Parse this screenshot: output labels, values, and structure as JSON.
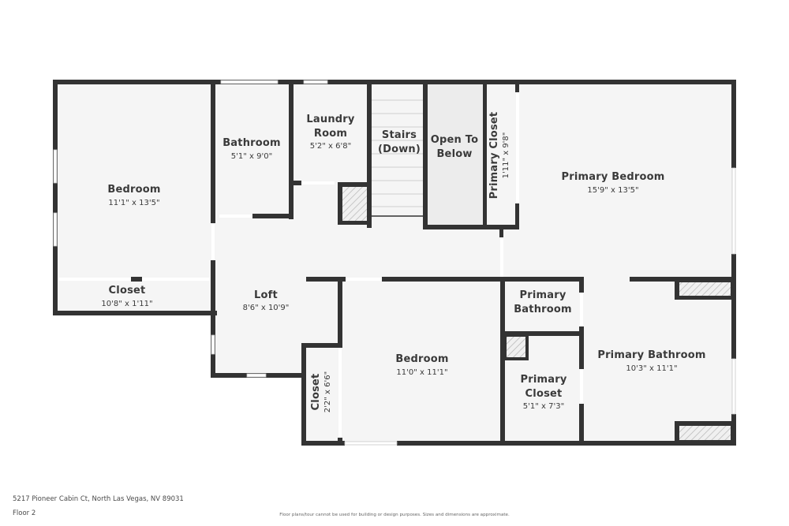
{
  "floorplan": {
    "address": "5217 Pioneer Cabin Ct, North Las Vegas, NV 89031",
    "floor_label": "Floor 2",
    "disclaimer": "Floor plans/tour cannot be used for building or design purposes. Sizes and dimensions are approximate.",
    "colors": {
      "wall": "#333333",
      "floor": "#f5f5f5",
      "open_to_below": "#ececec",
      "background": "#ffffff"
    },
    "rooms": {
      "bedroom_1": {
        "name": "Bedroom",
        "dims": "11'1\" x 13'5\""
      },
      "closet_1": {
        "name": "Closet",
        "dims": "10'8\" x 1'11\""
      },
      "bathroom": {
        "name": "Bathroom",
        "dims": "5'1\" x 9'0\""
      },
      "laundry": {
        "name_line1": "Laundry",
        "name_line2": "Room",
        "dims": "5'2\" x 6'8\""
      },
      "stairs": {
        "name_line1": "Stairs",
        "name_line2": "(Down)"
      },
      "open_below": {
        "name_line1": "Open To",
        "name_line2": "Below"
      },
      "primary_closet_1": {
        "name": "Primary Closet",
        "dims": "1'11\" x 9'8\""
      },
      "primary_bedroom": {
        "name": "Primary Bedroom",
        "dims": "15'9\" x 13'5\""
      },
      "loft": {
        "name": "Loft",
        "dims": "8'6\" x 10'9\""
      },
      "closet_2": {
        "name": "Closet",
        "dims": "2'2\" x 6'6\""
      },
      "bedroom_2": {
        "name": "Bedroom",
        "dims": "11'0\" x 11'1\""
      },
      "primary_bathroom_small": {
        "name_line1": "Primary",
        "name_line2": "Bathroom"
      },
      "primary_closet_2": {
        "name_line1": "Primary",
        "name_line2": "Closet",
        "dims": "5'1\" x 7'3\""
      },
      "primary_bathroom": {
        "name": "Primary Bathroom",
        "dims": "10'3\" x 11'1\""
      }
    }
  }
}
